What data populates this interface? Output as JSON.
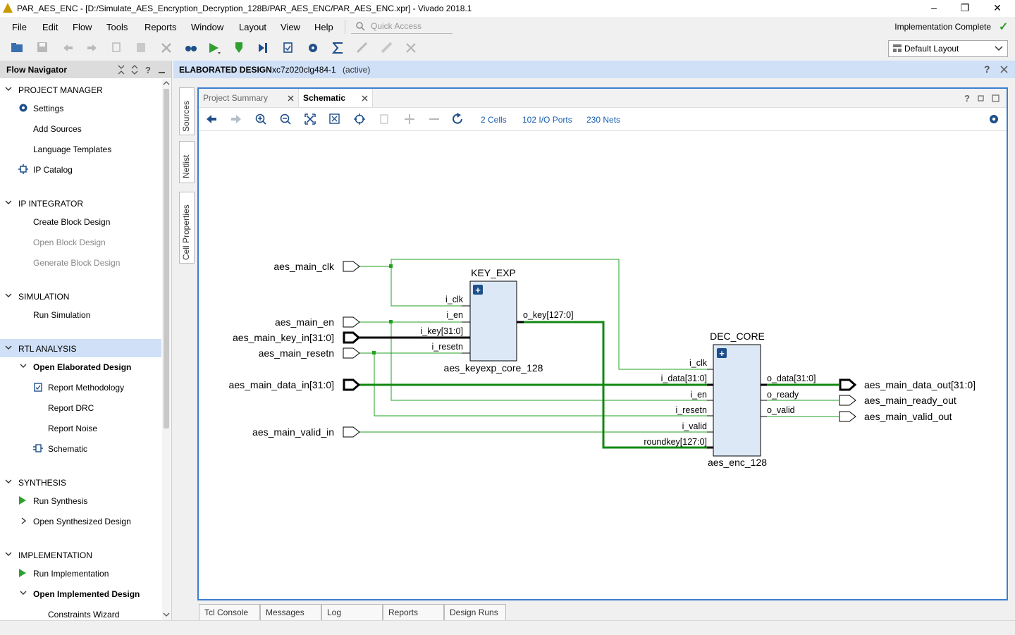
{
  "window": {
    "title": "PAR_AES_ENC - [D:/Simulate_AES_Encryption_Decryption_128B/PAR_AES_ENC/PAR_AES_ENC.xpr] - Vivado 2018.1",
    "minimize": "–",
    "maximize": "❐",
    "close": "✕"
  },
  "menu": [
    "File",
    "Edit",
    "Flow",
    "Tools",
    "Reports",
    "Window",
    "Layout",
    "View",
    "Help"
  ],
  "quick_access": {
    "placeholder": "Quick Access"
  },
  "status": {
    "text": "Implementation Complete",
    "check": "✓"
  },
  "layout_select": {
    "value": "Default Layout"
  },
  "toolbar_icons": [
    "open-project-icon",
    "save-icon",
    "undo-icon",
    "redo-icon",
    "copy-icon",
    "paste-icon",
    "delete-icon",
    "binoculars-icon",
    "run-icon",
    "program-icon",
    "step-icon",
    "report-icon",
    "settings-gear-icon",
    "sigma-icon",
    "autoconnect-icon",
    "edit-icon",
    "cancel-icon"
  ],
  "flow_navigator": {
    "title": "Flow Navigator",
    "sections": [
      {
        "label": "PROJECT MANAGER",
        "items": [
          {
            "label": "Settings",
            "icon": "gear-icon",
            "enabled": true
          },
          {
            "label": "Add Sources",
            "enabled": true
          },
          {
            "label": "Language Templates",
            "enabled": true
          },
          {
            "label": "IP Catalog",
            "icon": "ip-icon",
            "enabled": true
          }
        ]
      },
      {
        "label": "IP INTEGRATOR",
        "items": [
          {
            "label": "Create Block Design",
            "enabled": true
          },
          {
            "label": "Open Block Design",
            "enabled": false
          },
          {
            "label": "Generate Block Design",
            "enabled": false
          }
        ]
      },
      {
        "label": "SIMULATION",
        "items": [
          {
            "label": "Run Simulation",
            "enabled": true
          }
        ]
      },
      {
        "label": "RTL ANALYSIS",
        "selected": true,
        "items": [
          {
            "label": "Open Elaborated Design",
            "bold": true,
            "expanded": true
          },
          {
            "label": "Report Methodology",
            "icon": "clipboard-icon",
            "sub": true
          },
          {
            "label": "Report DRC",
            "sub": true
          },
          {
            "label": "Report Noise",
            "sub": true
          },
          {
            "label": "Schematic",
            "icon": "schematic-icon",
            "sub": true
          }
        ]
      },
      {
        "label": "SYNTHESIS",
        "items": [
          {
            "label": "Run Synthesis",
            "icon": "run-icon"
          },
          {
            "label": "Open Synthesized Design",
            "collapsed": true
          }
        ]
      },
      {
        "label": "IMPLEMENTATION",
        "items": [
          {
            "label": "Run Implementation",
            "icon": "run-icon"
          },
          {
            "label": "Open Implemented Design",
            "bold": true,
            "expanded": true
          },
          {
            "label": "Constraints Wizard",
            "sub": true
          }
        ]
      }
    ]
  },
  "design_header": {
    "title": "ELABORATED DESIGN",
    "part": "xc7z020clg484-1",
    "state": "(active)"
  },
  "side_tabs": [
    "Sources",
    "Netlist",
    "Cell Properties"
  ],
  "tabs": [
    {
      "label": "Project Summary",
      "active": false
    },
    {
      "label": "Schematic",
      "active": true
    }
  ],
  "schematic_stats": {
    "cells": "2 Cells",
    "ports": "102 I/O Ports",
    "nets": "230 Nets"
  },
  "schematic": {
    "inputs": [
      "aes_main_clk",
      "aes_main_en",
      "aes_main_key_in[31:0]",
      "aes_main_resetn",
      "aes_main_data_in[31:0]",
      "aes_main_valid_in"
    ],
    "outputs": [
      "aes_main_data_out[31:0]",
      "aes_main_ready_out",
      "aes_main_valid_out"
    ],
    "key_exp": {
      "name": "KEY_EXP",
      "cell": "aes_keyexp_core_128",
      "pins_in": [
        "i_clk",
        "i_en",
        "i_key[31:0]",
        "i_resetn"
      ],
      "pins_out": [
        "o_key[127:0]"
      ]
    },
    "dec_core": {
      "name": "DEC_CORE",
      "cell": "aes_enc_128",
      "pins_in": [
        "i_clk",
        "i_data[31:0]",
        "i_en",
        "i_resetn",
        "i_valid",
        "roundkey[127:0]"
      ],
      "pins_out": [
        "o_data[31:0]",
        "o_ready",
        "o_valid"
      ]
    },
    "expand_symbol": "+"
  },
  "bottom_tabs": [
    "Tcl Console",
    "Messages",
    "Log",
    "Reports",
    "Design Runs"
  ],
  "colors": {
    "wire": "#22a022",
    "accent": "#3c7fd0",
    "cell_fill": "#dce8f6",
    "selected_row": "#cfe0f7"
  }
}
